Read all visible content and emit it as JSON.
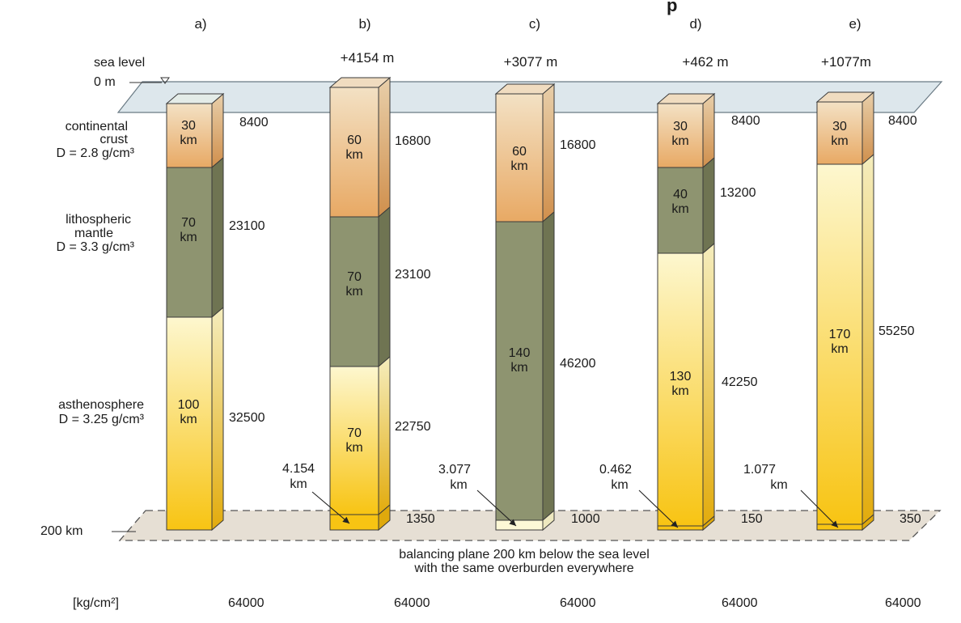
{
  "title_fragment": "p",
  "sea_level": {
    "label": "sea level",
    "zero_label": "0 m"
  },
  "depth_label": "200 km",
  "layers": {
    "crust": {
      "name_lines": [
        "continental",
        "crust"
      ],
      "density": "D = 2.8 g/cm³"
    },
    "mantle": {
      "name_lines": [
        "lithospheric",
        "mantle"
      ],
      "density": "D = 3.3 g/cm³"
    },
    "astheno": {
      "name_lines": [
        "asthenosphere"
      ],
      "density": "D = 3.25 g/cm³"
    }
  },
  "columns": [
    {
      "name": "a)",
      "elevation": "",
      "crust": {
        "km": "30",
        "unit": "km",
        "load": "8400"
      },
      "mantle": {
        "km": "70",
        "unit": "km",
        "load": "23100"
      },
      "astheno": {
        "km": "100",
        "unit": "km",
        "load": "32500"
      },
      "root": {
        "km": "",
        "unit": "",
        "load": ""
      },
      "total": "64000"
    },
    {
      "name": "b)",
      "elevation": "+4154 m",
      "crust": {
        "km": "60",
        "unit": "km",
        "load": "16800"
      },
      "mantle": {
        "km": "70",
        "unit": "km",
        "load": "23100"
      },
      "astheno": {
        "km": "70",
        "unit": "km",
        "load": "22750"
      },
      "root": {
        "km": "4.154",
        "unit": "km",
        "load": "1350"
      },
      "total": "64000"
    },
    {
      "name": "c)",
      "elevation": "+3077 m",
      "crust": {
        "km": "60",
        "unit": "km",
        "load": "16800"
      },
      "mantle": {
        "km": "140",
        "unit": "km",
        "load": "46200"
      },
      "astheno": {
        "km": "",
        "unit": "",
        "load": ""
      },
      "root": {
        "km": "3.077",
        "unit": "km",
        "load": "1000"
      },
      "total": "64000"
    },
    {
      "name": "d)",
      "elevation": "+462 m",
      "crust": {
        "km": "30",
        "unit": "km",
        "load": "8400"
      },
      "mantle": {
        "km": "40",
        "unit": "km",
        "load": "13200"
      },
      "astheno": {
        "km": "130",
        "unit": "km",
        "load": "42250"
      },
      "root": {
        "km": "0.462",
        "unit": "km",
        "load": "150"
      },
      "total": "64000"
    },
    {
      "name": "e)",
      "elevation": "+1077m",
      "crust": {
        "km": "30",
        "unit": "km",
        "load": "8400"
      },
      "mantle": {
        "km": "",
        "unit": "",
        "load": ""
      },
      "astheno": {
        "km": "170",
        "unit": "km",
        "load": "55250"
      },
      "root": {
        "km": "1.077",
        "unit": "km",
        "load": "350"
      },
      "total": "64000"
    }
  ],
  "balancing": {
    "line1": "balancing plane 200 km below the sea level",
    "line2": "with the same overburden everywhere"
  },
  "totals_unit": "[kg/cm²]",
  "colors": {
    "crust_top": "#f0d9b5",
    "crust_bottom": "#e8a964",
    "mantle": "#8e9470",
    "mantle_side": "#6f7452",
    "astheno_top": "#fdf6c8",
    "astheno_bottom": "#f7c51a",
    "plane": "#dbe5ea",
    "base_plane": "#e3ddd2"
  }
}
